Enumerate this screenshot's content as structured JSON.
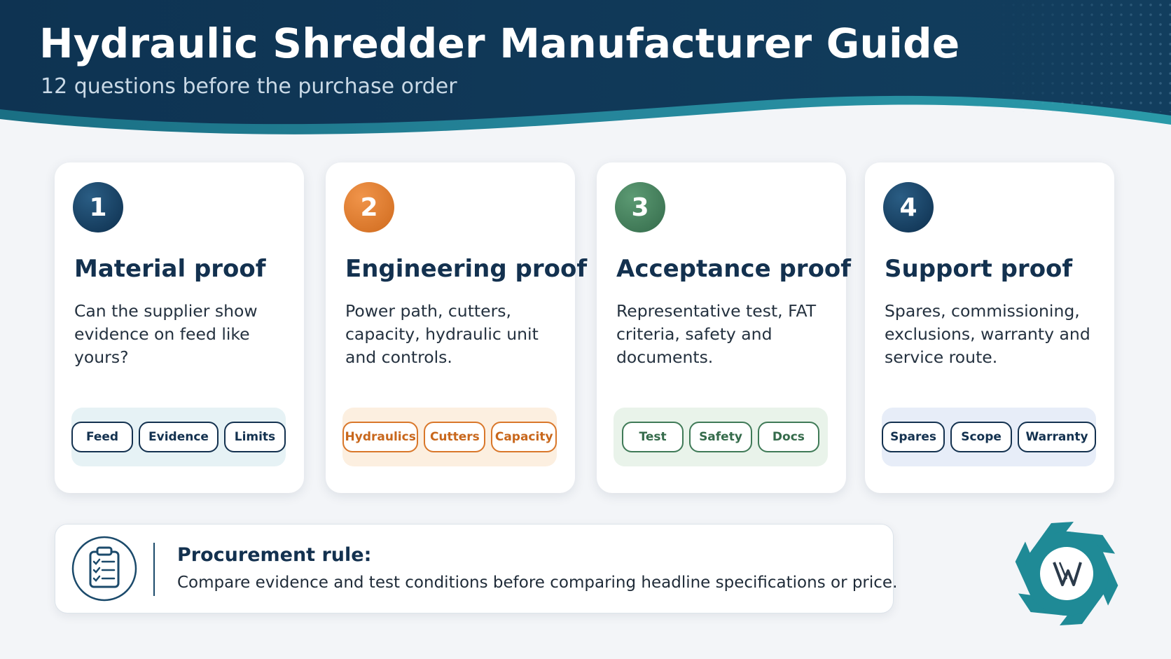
{
  "header": {
    "title": "Hydraulic Shredder Manufacturer Guide",
    "subtitle": "12 questions before the purchase order"
  },
  "cards": [
    {
      "number": "1",
      "title": "Material proof",
      "text": "Can the supplier show evidence on feed like yours?",
      "accent": "#123a5c",
      "tray_bg": "#e6f2f5",
      "chip_color": "#13314f",
      "chips": [
        "Feed",
        "Evidence",
        "Limits"
      ]
    },
    {
      "number": "2",
      "title": "Engineering proof",
      "text": "Power path, cutters, capacity, hydraulic unit and controls.",
      "accent": "#d9772a",
      "tray_bg": "#fcefe0",
      "chip_color": "#c8671c",
      "chips": [
        "Hydraulics",
        "Cutters",
        "Capacity"
      ]
    },
    {
      "number": "3",
      "title": "Acceptance proof",
      "text": "Representative test, FAT criteria, safety and documents.",
      "accent": "#3f7a57",
      "tray_bg": "#e9f3ea",
      "chip_color": "#356b4b",
      "chips": [
        "Test",
        "Safety",
        "Docs"
      ]
    },
    {
      "number": "4",
      "title": "Support proof",
      "text": "Spares, commissioning, exclusions, warranty and service route.",
      "accent": "#13314f",
      "tray_bg": "#e7edf8",
      "chip_color": "#13314f",
      "chips": [
        "Spares",
        "Scope",
        "Warranty"
      ]
    }
  ],
  "rule": {
    "title": "Procurement rule:",
    "text": "Compare evidence and test conditions before comparing headline specifications or price.",
    "icon": "clipboard-checklist-icon"
  },
  "logo": {
    "icon": "shredder-blade-logo-icon",
    "color": "#1f8a96"
  },
  "colors": {
    "header_navy": "#0f3554",
    "wave_teal": "#1e7e8f"
  }
}
